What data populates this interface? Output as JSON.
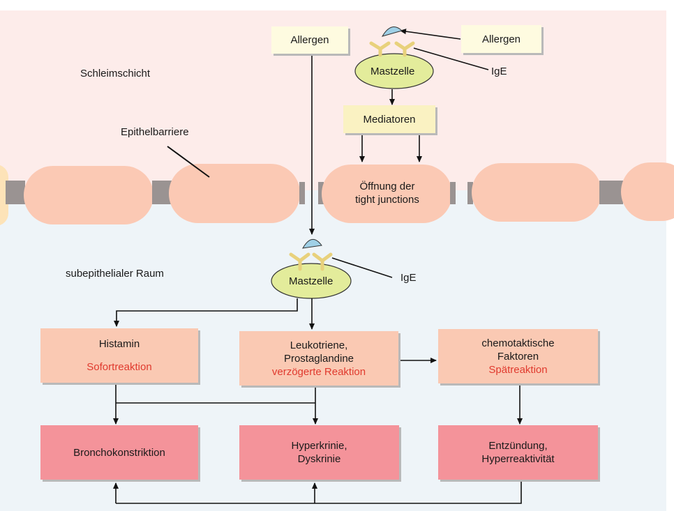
{
  "regions": {
    "mucus_layer": "Schleimschicht",
    "epithelial_barrier": "Epithelbarriere",
    "subepithelial_space": "subepithelialer Raum"
  },
  "nodes": {
    "allergen_left": "Allergen",
    "allergen_right": "Allergen",
    "mast_cell_top": "Mastzelle",
    "ige_top": "IgE",
    "mediators": "Mediatoren",
    "tight_junctions_line1": "Öffnung der",
    "tight_junctions_line2": "tight junctions",
    "mast_cell_bottom": "Mastzelle",
    "ige_bottom": "IgE",
    "histamine": {
      "title": "Histamin",
      "reaction": "Sofortreaktion"
    },
    "leukotrienes": {
      "line1": "Leukotriene,",
      "line2": "Prostaglandine",
      "reaction": "verzögerte Reaktion"
    },
    "chemotactic": {
      "line1": "chemotaktische",
      "line2": "Faktoren",
      "reaction": "Spätreaktion"
    },
    "bronchoconstriction": "Bronchokonstriktion",
    "hypercrinia": {
      "line1": "Hyperkrinie,",
      "line2": "Dyskrinie"
    },
    "inflammation": {
      "line1": "Entzündung,",
      "line2": "Hyperreaktivität"
    }
  },
  "colors": {
    "mucus_bg": "#fdecea",
    "subepithelial_bg": "#eef4f8",
    "epithelial_cell": "#fbc9b4",
    "junction": "#9a9392",
    "mast_cell": "#e3ec9b",
    "reaction_text": "#e03a2e",
    "effect_box": "#f4939a",
    "mediator_box": "#fac9b3"
  }
}
